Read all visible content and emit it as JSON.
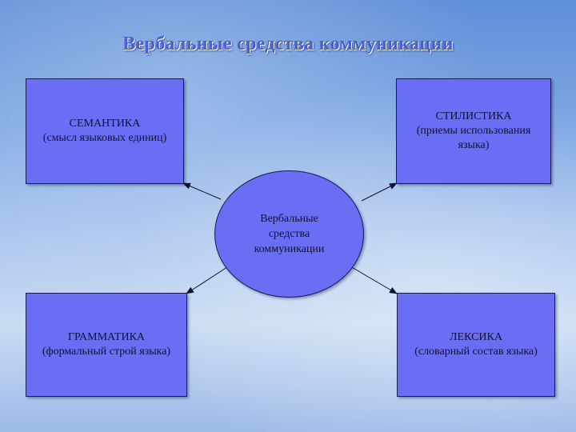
{
  "title": "Вербальные средства коммуникации",
  "center": {
    "label": "Вербальные средства коммуникации"
  },
  "boxes": {
    "semantics": {
      "heading": "СЕМАНТИКА",
      "sub": "(смысл языковых единиц)"
    },
    "stylistics": {
      "heading": "СТИЛИСТИКА",
      "sub": "(приемы использования языка)"
    },
    "grammar": {
      "heading": "ГРАММАТИКА",
      "sub": "(формальный строй языка)"
    },
    "lexicon": {
      "heading": "ЛЕКСИКА",
      "sub": "(словарный состав языка)"
    }
  },
  "colors": {
    "box_fill": "#6a6ef5",
    "title_text": "#4a5fd0",
    "border": "#1a1a55"
  }
}
